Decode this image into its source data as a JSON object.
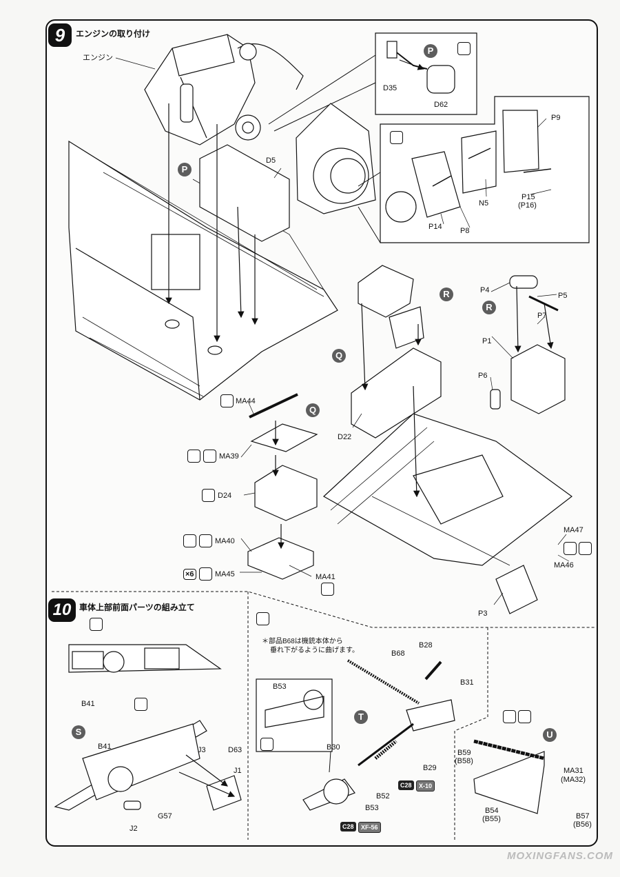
{
  "step9": {
    "number": "9",
    "title": "エンジンの取り付け",
    "labels": {
      "engine": "エンジン",
      "D35": "D35",
      "D62": "D62",
      "D5": "D5",
      "P9": "P9",
      "P15": "P15",
      "P16": "(P16)",
      "N5": "N5",
      "P14": "P14",
      "P8": "P8",
      "P4": "P4",
      "P5": "P5",
      "P7": "P7",
      "P1": "P1",
      "P6": "P6",
      "D22": "D22",
      "MA44": "MA44",
      "MA39": "MA39",
      "D24": "D24",
      "MA40": "MA40",
      "MA45": "MA45",
      "MA41": "MA41",
      "MA47": "MA47",
      "MA46": "MA46",
      "P3": "P3"
    },
    "markers": {
      "P": "P",
      "R": "R",
      "Q": "Q"
    },
    "qty_x6": "×6"
  },
  "step10": {
    "number": "10",
    "title": "車体上部前面パーツの組み立て",
    "note_line1": "＊部品B68は機銃本体から",
    "note_line2": "垂れ下がるように曲げます。",
    "labels": {
      "B41_top": "B41",
      "B41_s": "B41",
      "J3": "J3",
      "D63": "D63",
      "J1": "J1",
      "J2": "J2",
      "G57": "G57",
      "B68": "B68",
      "B28": "B28",
      "B31": "B31",
      "B53_inset": "B53",
      "B30": "B30",
      "B29": "B29",
      "B52": "B52",
      "B53": "B53",
      "B59": "B59",
      "B58": "(B58)",
      "MA31": "MA31",
      "MA32": "(MA32)",
      "B54": "B54",
      "B55": "(B55)",
      "B57": "B57",
      "B56": "(B56)"
    },
    "markers": {
      "S": "S",
      "T": "T",
      "U": "U"
    },
    "paints": {
      "c28_a": "C28",
      "x10": "X-10",
      "c28_b": "C28",
      "xf56": "XF-56"
    }
  },
  "watermark": "MOXINGFANS.COM"
}
